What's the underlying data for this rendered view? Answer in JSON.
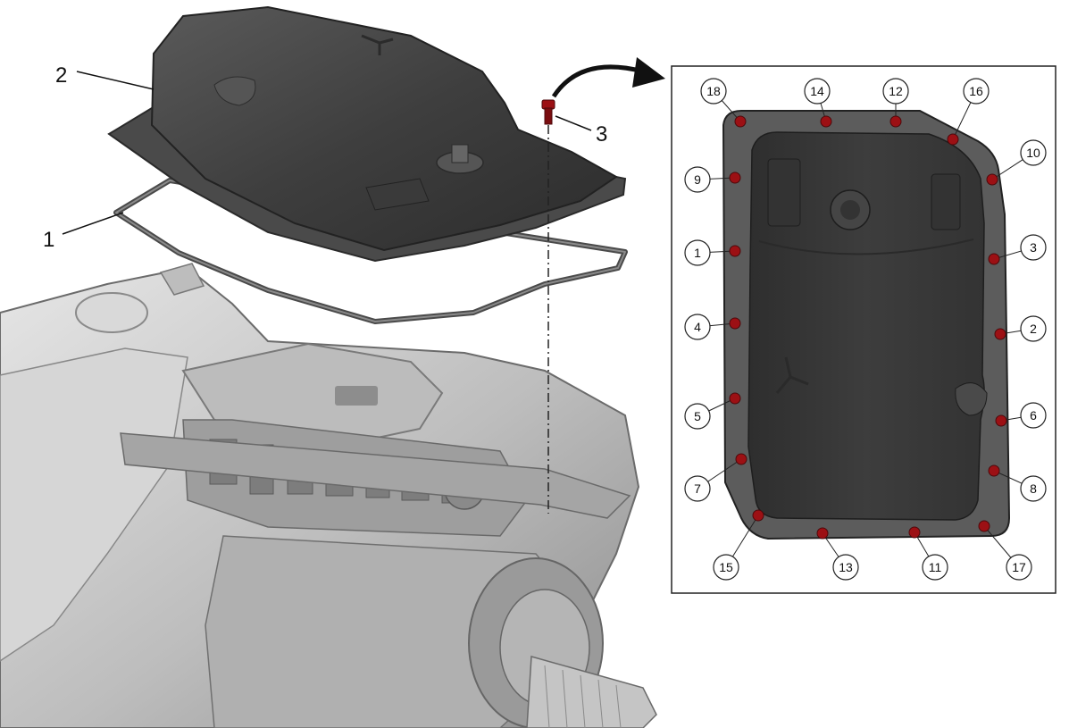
{
  "callouts": {
    "gasket": "1",
    "oil_pan": "2",
    "bolt": "3"
  },
  "sequence": [
    {
      "n": "18"
    },
    {
      "n": "14"
    },
    {
      "n": "12"
    },
    {
      "n": "16"
    },
    {
      "n": "10"
    },
    {
      "n": "9"
    },
    {
      "n": "1"
    },
    {
      "n": "3"
    },
    {
      "n": "4"
    },
    {
      "n": "2"
    },
    {
      "n": "5"
    },
    {
      "n": "6"
    },
    {
      "n": "7"
    },
    {
      "n": "8"
    },
    {
      "n": "15"
    },
    {
      "n": "13"
    },
    {
      "n": "11"
    },
    {
      "n": "17"
    }
  ],
  "colors": {
    "bolt_head": "#9c1014",
    "pan_dark": "#3d3d3d",
    "flange": "#5c5c5c",
    "housing": "#c9c9c9"
  }
}
